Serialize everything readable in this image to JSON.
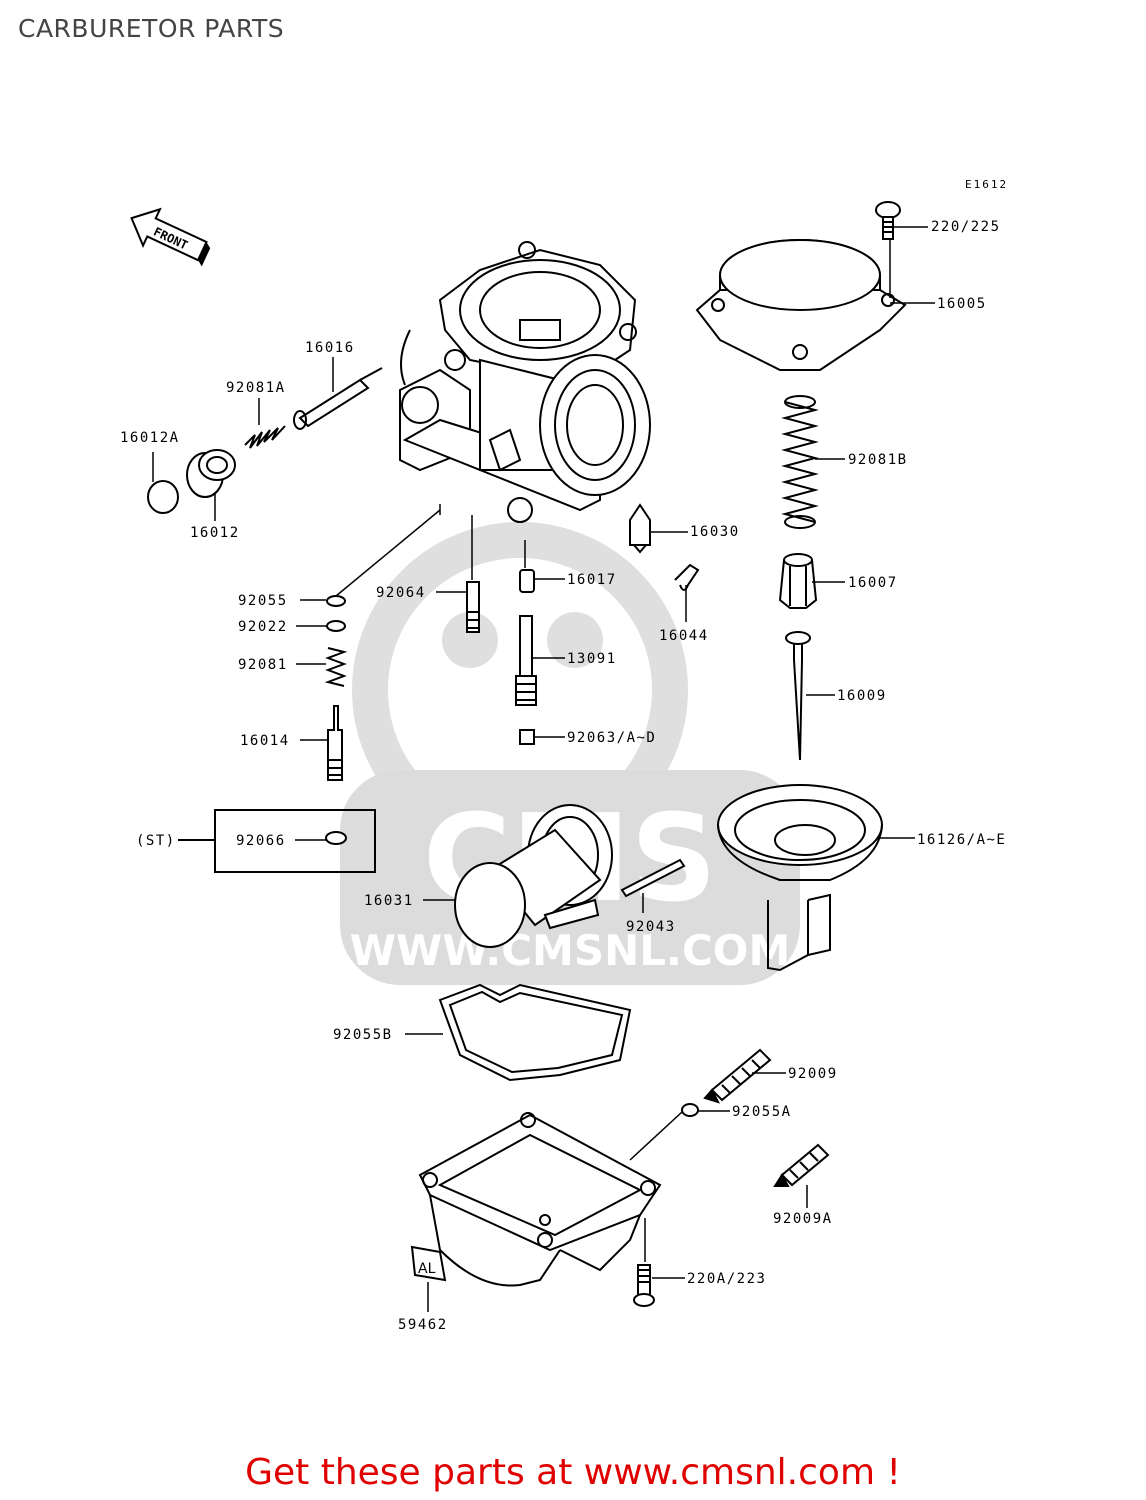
{
  "page": {
    "title": "CARBURETOR PARTS",
    "diagram_code": "E1612",
    "front_arrow": "FRONT",
    "footer_cta": "Get these parts at www.cmsnl.com !",
    "accent_color": "#e00000"
  },
  "watermark": {
    "text": "WWW.CMSNL.COM",
    "logo": "CMS",
    "color": "#d9d9d9"
  },
  "material_stamp": "AL",
  "parts": [
    "220/225",
    "16005",
    "16016",
    "92081A",
    "16012A",
    "16012",
    "92081B",
    "16030",
    "16017",
    "16007",
    "92055",
    "92064",
    "16044",
    "92022",
    "92081",
    "13091",
    "16009",
    "92063/A~D",
    "16014",
    "(ST)",
    "92066",
    "16126/A~E",
    "16031",
    "92043",
    "92055B",
    "92009",
    "92055A",
    "92009A",
    "220A/223",
    "59462"
  ]
}
